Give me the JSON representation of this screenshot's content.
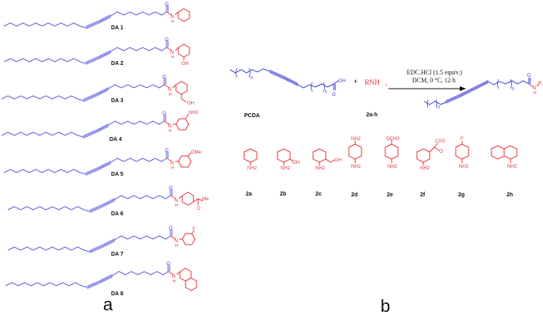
{
  "colors": {
    "chain": "#3b3bd6",
    "amine": "#e8343c",
    "label": "#111111"
  },
  "panel_a": {
    "label": "a",
    "compounds": [
      {
        "id": "DA 1",
        "substituent": ""
      },
      {
        "id": "DA 2",
        "substituent": "OH"
      },
      {
        "id": "DA 3",
        "substituent": "OH"
      },
      {
        "id": "DA 4",
        "substituent": "NH2"
      },
      {
        "id": "DA 5",
        "substituent": "OMe"
      },
      {
        "id": "DA 6",
        "substituent": "Me"
      },
      {
        "id": "DA 7",
        "substituent": "F"
      },
      {
        "id": "DA 8",
        "substituent": ""
      }
    ],
    "atoms": {
      "O": "O",
      "N": "N",
      "H": "H"
    }
  },
  "panel_b": {
    "label": "b",
    "reactant1": {
      "name": "PCDA",
      "acid": "OH",
      "carbonyl_o": "O",
      "sub9": "9",
      "sub5": "5"
    },
    "plus": "+",
    "reactant2": {
      "formula": "RNH",
      "sub": "2",
      "name": "2a-h"
    },
    "conditions": {
      "line1": "EDC.HCl (1.5 equiv.)",
      "line2": "DCM, 0 °C, 12 h"
    },
    "product": {
      "o": "O",
      "n": "N",
      "h": "H",
      "r": "R",
      "sub9": "9",
      "sub5": "5"
    },
    "amines": [
      {
        "id": "2a",
        "group": "NH2"
      },
      {
        "id": "2b",
        "group": "NH2",
        "extra": "OH"
      },
      {
        "id": "2c",
        "group": "NH2",
        "extra": "OH"
      },
      {
        "id": "2d",
        "group": "NH2",
        "extra": "NH2"
      },
      {
        "id": "2e",
        "group": "NH2",
        "extra": "OCH3"
      },
      {
        "id": "2f",
        "group": "NH2",
        "extra": "CH3",
        "extra2": "O"
      },
      {
        "id": "2g",
        "group": "NH2",
        "extra": "F"
      },
      {
        "id": "2h",
        "group": "NH2"
      }
    ]
  }
}
